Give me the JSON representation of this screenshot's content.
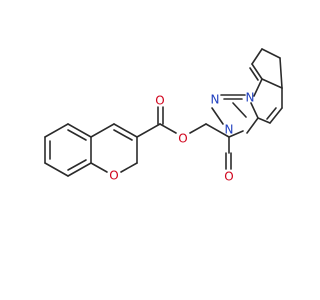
{
  "molecule": {
    "atoms": {
      "o_carbonyl_ester": {
        "symbol": "O",
        "color": "#d0021b"
      },
      "o_ester": {
        "symbol": "O",
        "color": "#d0021b"
      },
      "o_ring": {
        "symbol": "O",
        "color": "#d0021b"
      },
      "o_triazolone": {
        "symbol": "O",
        "color": "#d0021b"
      },
      "n_1": {
        "symbol": "N",
        "color": "#1f3fbf"
      },
      "n_2": {
        "symbol": "N",
        "color": "#1f3fbf"
      },
      "n_4": {
        "symbol": "N",
        "color": "#1f3fbf"
      }
    },
    "bond_color": "#2b2b2b"
  }
}
